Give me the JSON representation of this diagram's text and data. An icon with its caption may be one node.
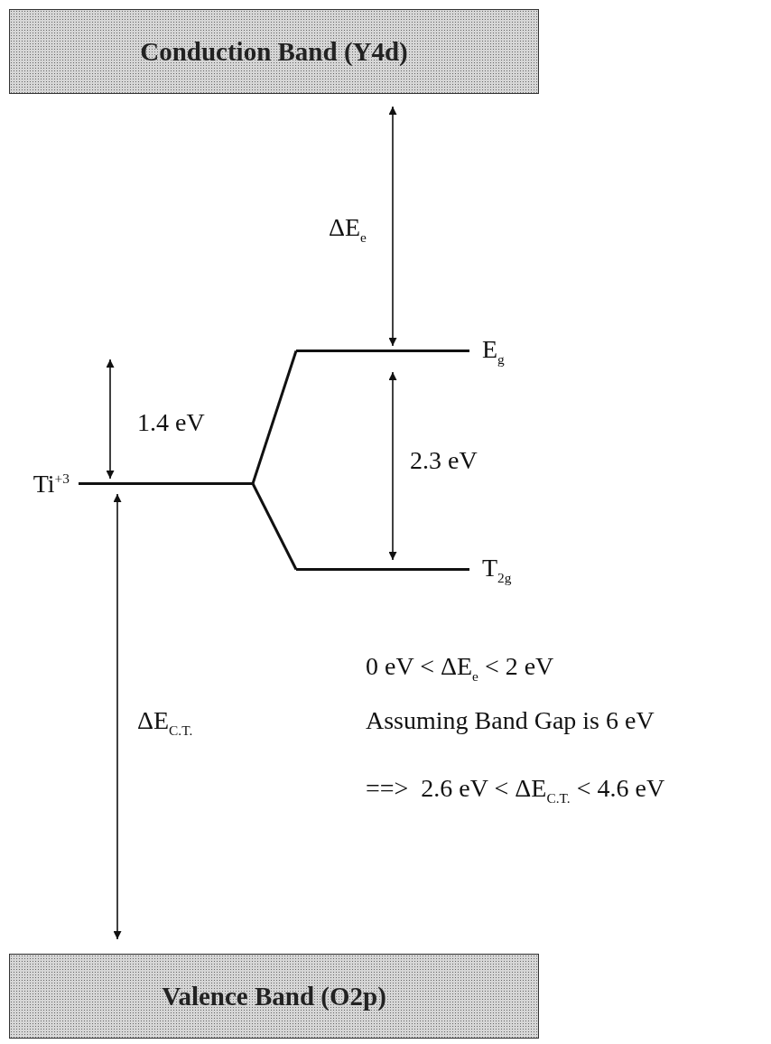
{
  "diagram": {
    "nodes": [
      {
        "text": [
          "Conduction Band (Y4d)"
        ]
      },
      {
        "text": [],
        "shape": "bar",
        "beside": [
          "E$_{g}$"
        ]
      },
      {
        "text": [],
        "shape": "bar",
        "beside": [
          "Ti$^{+3}$"
        ]
      },
      {
        "text": [],
        "shape": "bar",
        "beside": [
          "T$_{2g}$"
        ]
      },
      {
        "text": [
          "Valence Band (O2p)"
        ]
      }
    ],
    "edges": [
      {
        "from": 0,
        "to": 1,
        "arrow": "both",
        "label": "ΔE$_{e}$"
      },
      {
        "from": null,
        "to": 2,
        "arrow": "both",
        "label": "1.4 eV"
      },
      {
        "from": 2,
        "to": 1,
        "arrow": "none"
      },
      {
        "from": 2,
        "to": 3,
        "arrow": "none"
      },
      {
        "from": 1,
        "to": 3,
        "arrow": "both",
        "label": "2.3 eV"
      },
      {
        "from": 2,
        "to": 4,
        "arrow": "both",
        "label": "ΔE$_{C.T.}$"
      }
    ],
    "labels": [
      "0 eV < ΔE$_{e}$ < 2 eV",
      "Assuming Band Gap is 6 eV",
      "==>  2.6 eV < ΔE$_{C.T.}$ < 4.6 eV"
    ]
  }
}
